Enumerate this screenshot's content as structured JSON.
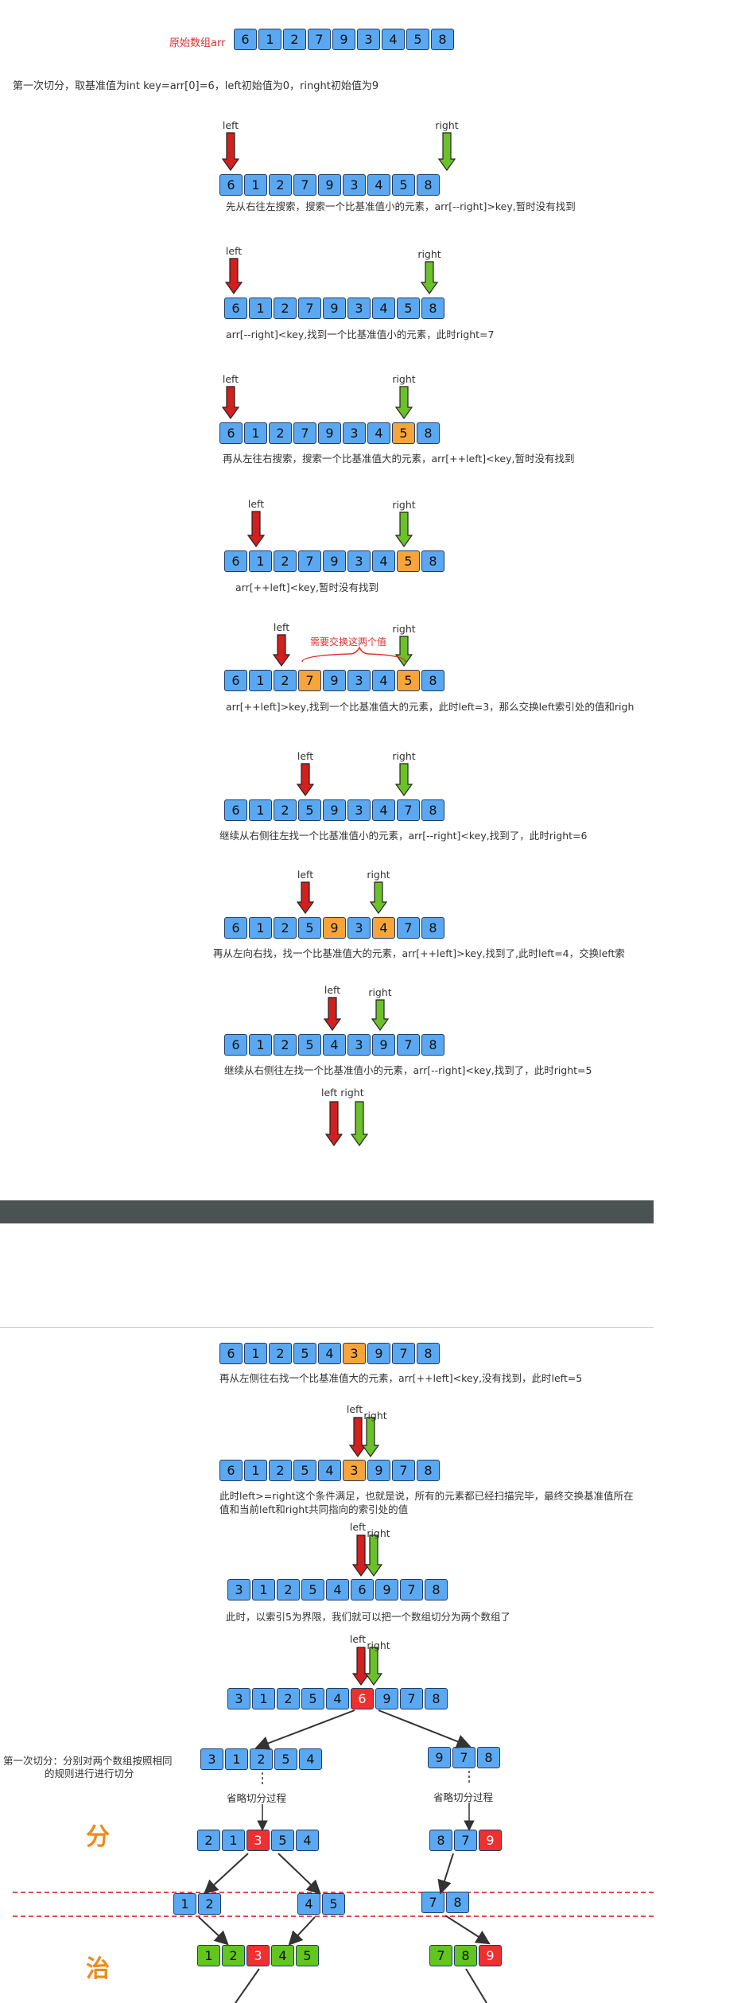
{
  "header": {
    "label": "原始数组arr",
    "cells": [
      "6",
      "1",
      "2",
      "7",
      "9",
      "3",
      "4",
      "5",
      "8"
    ]
  },
  "intro": "第一次切分，取基准值为int key=arr[0]=6，left初始值为0，ringht初始值为9",
  "pointers": {
    "left": "left",
    "right": "right"
  },
  "steps": [
    {
      "cells": [
        "6",
        "1",
        "2",
        "7",
        "9",
        "3",
        "4",
        "5",
        "8"
      ],
      "hl": [],
      "caption": "先从右往左搜索，搜索一个比基准值小的元素，arr[--right]>key,暂时没有找到"
    },
    {
      "cells": [
        "6",
        "1",
        "2",
        "7",
        "9",
        "3",
        "4",
        "5",
        "8"
      ],
      "hl": [],
      "caption": "arr[--right]<key,找到一个比基准值小的元素，此时right=7"
    },
    {
      "cells": [
        "6",
        "1",
        "2",
        "7",
        "9",
        "3",
        "4",
        "5",
        "8"
      ],
      "hl": [
        7
      ],
      "caption": "再从左往右搜索，搜索一个比基准值大的元素，arr[++left]<key,暂时没有找到"
    },
    {
      "cells": [
        "6",
        "1",
        "2",
        "7",
        "9",
        "3",
        "4",
        "5",
        "8"
      ],
      "hl": [
        7
      ],
      "caption": "arr[++left]<key,暂时没有找到"
    },
    {
      "cells": [
        "6",
        "1",
        "2",
        "7",
        "9",
        "3",
        "4",
        "5",
        "8"
      ],
      "hl": [
        3,
        7
      ],
      "caption": "arr[++left]>key,找到一个比基准值大的元素，此时left=3，那么交换left索引处的值和righ"
    },
    {
      "cells": [
        "6",
        "1",
        "2",
        "5",
        "9",
        "3",
        "4",
        "7",
        "8"
      ],
      "hl": [],
      "caption": "继续从右侧往左找一个比基准值小的元素，arr[--right]<key,找到了，此时right=6"
    },
    {
      "cells": [
        "6",
        "1",
        "2",
        "5",
        "9",
        "3",
        "4",
        "7",
        "8"
      ],
      "hl": [
        4,
        6
      ],
      "caption": "再从左向右找，找一个比基准值大的元素，arr[++left]>key,找到了,此时left=4，交换left索"
    },
    {
      "cells": [
        "6",
        "1",
        "2",
        "5",
        "4",
        "3",
        "9",
        "7",
        "8"
      ],
      "hl": [],
      "caption": "继续从右侧往左找一个比基准值小的元素，arr[--right]<key,找到了，此时right=5"
    }
  ],
  "swap_note": "需要交换这两个值",
  "pointer_pair": "left right",
  "lower_steps": [
    {
      "cells": [
        "6",
        "1",
        "2",
        "5",
        "4",
        "3",
        "9",
        "7",
        "8"
      ],
      "hl": [
        5
      ],
      "caption": "再从左侧往右找一个比基准值大的元素，arr[++left]<key,没有找到，此时left=5"
    },
    {
      "cells": [
        "6",
        "1",
        "2",
        "5",
        "4",
        "3",
        "9",
        "7",
        "8"
      ],
      "hl": [
        5
      ],
      "caption": "此时left>=right这个条件满足，也就是说，所有的元素都已经扫描完毕，最终交换基准值所在",
      "caption2": "值和当前left和right共同指向的索引处的值"
    },
    {
      "cells": [
        "3",
        "1",
        "2",
        "5",
        "4",
        "6",
        "9",
        "7",
        "8"
      ],
      "hl": [],
      "caption": "此时，以索引5为界限，我们就可以把一个数组切分为两个数组了"
    },
    {
      "cells": [
        "3",
        "1",
        "2",
        "5",
        "4",
        "6",
        "9",
        "7",
        "8"
      ],
      "hl": [],
      "caption": ""
    }
  ],
  "tree": {
    "first_note_1": "第一次切分：分别对两个数组按照相同",
    "first_note_2": "的规则进行进行切分",
    "left_sub": [
      "3",
      "1",
      "2",
      "5",
      "4"
    ],
    "right_sub": [
      "9",
      "7",
      "8"
    ],
    "omit": "省略切分过程",
    "left_res": [
      "2",
      "1",
      "3",
      "5",
      "4"
    ],
    "right_res": [
      "8",
      "7",
      "9"
    ],
    "split_label": "分",
    "merge_label": "治",
    "l1": [
      "1",
      "2"
    ],
    "l2": [
      "4",
      "5"
    ],
    "r1": [
      "7",
      "8"
    ],
    "final_left": [
      "1",
      "2",
      "3",
      "4",
      "5"
    ],
    "final_right": [
      "7",
      "8",
      "9"
    ]
  }
}
